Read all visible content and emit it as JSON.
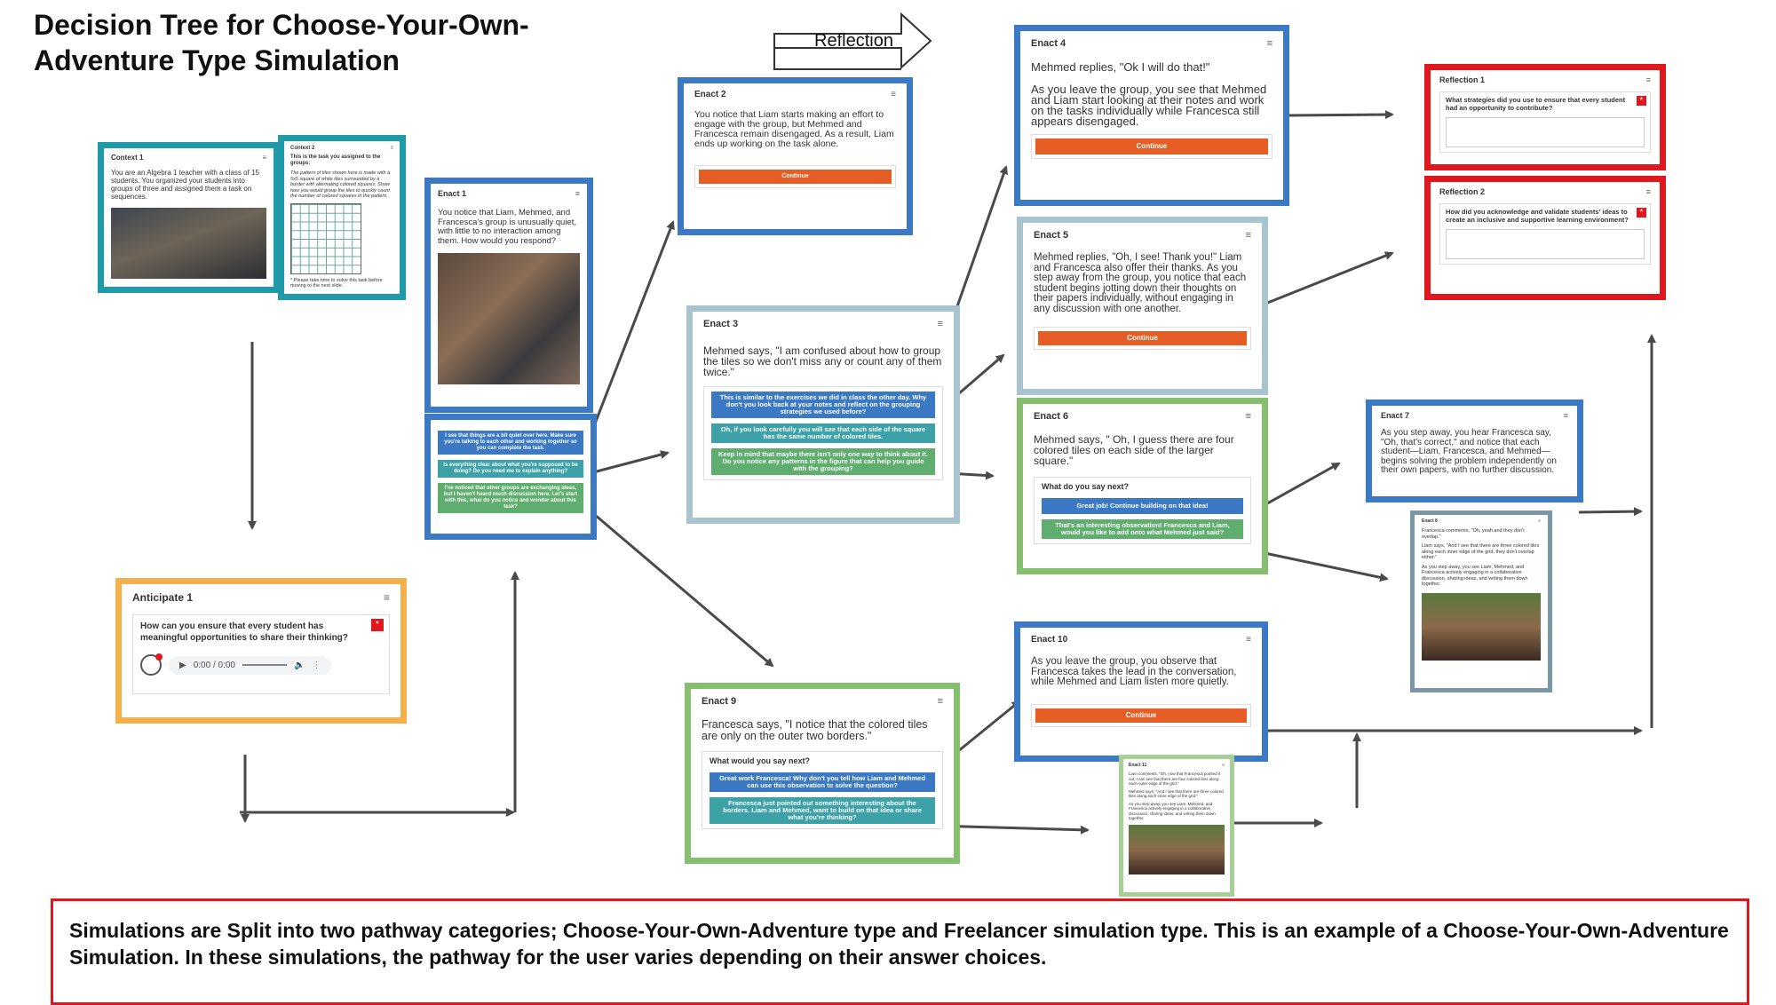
{
  "title": "Decision Tree for Choose-Your-Own-Adventure Type Simulation",
  "reflection_label": "Reflection",
  "context1": {
    "title": "Context 1",
    "text": "You are an Algebra 1 teacher with a class of 15 students. You organized your students into groups of three and assigned them a task on sequences."
  },
  "context2": {
    "title": "Context 2",
    "intro": "This is the task you assigned to the groups:",
    "task": "The pattern of tiles shown here is made with a 5x5 square of white tiles surrounded by a border with alternating colored squares. Show how you would group the tiles to quickly count the number of colored squares in the pattern.",
    "note": "* Please take time to solve this task before moving to the next slide."
  },
  "enact1": {
    "title": "Enact 1",
    "text": "You notice that Liam, Mehmed, and Francesca's group is unusually quiet, with little to no interaction among them. How would you respond?",
    "options": [
      "I see that things are a bit quiet over here. Make sure you're talking to each other and working together so you can complete the task.",
      "Is everything clear about what you're supposed to be doing? Do you need me to explain anything?",
      "I've noticed that other groups are exchanging ideas, but I haven't heard much discussion here. Let's start with this, what do you notice and wonder about this task?"
    ]
  },
  "anticipate1": {
    "title": "Anticipate 1",
    "question": "How can you ensure that every student has meaningful opportunities to share their thinking?",
    "audio_time": "0:00 / 0:00"
  },
  "enact2": {
    "title": "Enact 2",
    "text": "You notice that Liam starts making an effort to engage with the group, but Mehmed and Francesca remain disengaged. As a result, Liam ends up working on the task alone.",
    "button": "Continue"
  },
  "enact3": {
    "title": "Enact 3",
    "text": "Mehmed says, \"I am confused about how to group the tiles so we don't miss any or count any of them twice.\"",
    "options": [
      "This is similar to the exercises we did in class the other day. Why don't you look back at your notes and reflect on the grouping strategies we used before?",
      "Oh, if you look carefully you will see that each side of the square has the same number of colored tiles.",
      "Keep in mind that maybe there isn't only one way to think about it. Do you notice any patterns in the figure that can help you guide with the grouping?"
    ]
  },
  "enact9": {
    "title": "Enact 9",
    "text": "Francesca says, \"I notice that the colored tiles are only on the outer two borders.\"",
    "prompt": "What would you say next?",
    "options": [
      "Great work Francesca! Why don't you tell how Liam and Mehmed can use this observation to solve the question?",
      "Francesca just pointed out something interesting about the borders. Liam and Mehmed, want to build on that idea or share what you're thinking?"
    ]
  },
  "enact4": {
    "title": "Enact 4",
    "text1": "Mehmed replies, \"Ok I will do that!\"",
    "text2": "As you leave the group, you see that Mehmed and Liam start looking at their notes and work on the tasks individually while Francesca still appears disengaged.",
    "button": "Continue"
  },
  "enact5": {
    "title": "Enact 5",
    "text": "Mehmed replies, \"Oh, I see! Thank you!\" Liam and Francesca also offer their thanks. As you step away from the group, you notice that each student begins jotting down their thoughts on their papers individually, without engaging in any discussion with one another.",
    "button": "Continue"
  },
  "enact6": {
    "title": "Enact 6",
    "text": "Mehmed says, \" Oh, I guess there are four colored tiles on each side of the larger square.\"",
    "prompt": "What do you say next?",
    "options": [
      "Great job! Continue building on that idea!",
      "That's an interesting observation! Francesca and Liam, would you like to add onto what Mehmed just said?"
    ]
  },
  "enact10": {
    "title": "Enact 10",
    "text": "As you leave the group, you observe that Francesca takes the lead in the conversation, while Mehmed and Liam listen more quietly.",
    "button": "Continue"
  },
  "enact11": {
    "title": "Enact 11",
    "p1": "Liam comments, \"Oh, now that Francesca pointed it out, I can see that there are four colored tiles along each outer edge of the grid.\"",
    "p2": "Mehmed says, \"And I see that there are three colored tiles along each inner edge of the grid.\"",
    "p3": "As you step away, you see Liam, Mehmed, and Francesca actively engaging in a collaborative discussion, sharing ideas, and writing them down together."
  },
  "enact7": {
    "title": "Enact 7",
    "text": "As you step away, you hear Francesca say, \"Oh, that's correct,\" and notice that each student—Liam, Francesca, and Mehmed—begins solving the problem independently on their own papers, with no further discussion."
  },
  "enact8": {
    "title": "Enact 8",
    "p1": "Francesca comments, \"Oh, yeah and they don't overlap.\"",
    "p2": "Liam says, \"And I see that there are three colored tiles along each inner edge of the grid, they don't overlap either.\"",
    "p3": "As you step away, you see Liam, Mehmed, and Francesca actively engaging in a collaborative discussion, sharing ideas, and writing them down together."
  },
  "reflection1": {
    "title": "Reflection 1",
    "question": "What strategies did you use to ensure that every student had an opportunity to contribute?"
  },
  "reflection2": {
    "title": "Reflection 2",
    "question": "How did you acknowledge and validate students' ideas to create an inclusive and supportive learning environment?"
  },
  "menu_glyph": "≡",
  "required_glyph": "*",
  "callout": "Simulations are Split into two pathway categories; Choose-Your-Own-Adventure type and Freelancer simulation type. This is an example of a Choose-Your-Own-Adventure Simulation. In these simulations, the pathway for the user varies depending on their answer choices.",
  "colors": {
    "blue": "#3b79c4",
    "teal": "#1f9aa8",
    "orange": "#f3b14b",
    "green": "#86c06e",
    "red": "#e0171c",
    "button": "#e75d26",
    "arrow": "#4a4a4a"
  }
}
